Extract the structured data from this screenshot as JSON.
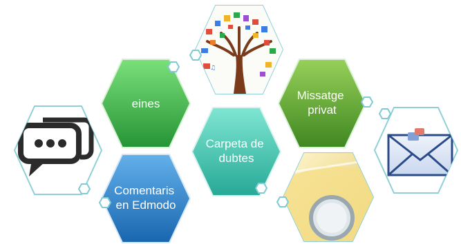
{
  "diagram": {
    "hexagons": [
      {
        "id": "eines",
        "label_lines": [
          "eines"
        ]
      },
      {
        "id": "missatge",
        "label_lines": [
          "Missatge",
          "privat"
        ]
      },
      {
        "id": "carpeta",
        "label_lines": [
          "Carpeta de",
          "dubtes"
        ]
      },
      {
        "id": "comentaris",
        "label_lines": [
          "Comentaris",
          "en Edmodo"
        ]
      }
    ],
    "pictures": [
      {
        "id": "tree",
        "icon": "tree-of-apps-icon"
      },
      {
        "id": "chat",
        "icon": "chat-bubbles-icon"
      },
      {
        "id": "folder",
        "icon": "folder-search-icon"
      },
      {
        "id": "mail",
        "icon": "envelope-icon"
      }
    ],
    "colors": {
      "green_light": "#6fd36a",
      "green_dark": "#2a9a3a",
      "olive_light": "#8cc84f",
      "olive_dark": "#4e8f25",
      "teal_light": "#6fdcc6",
      "teal_dark": "#2fb3a0",
      "blue_light": "#5aa6e0",
      "blue_dark": "#1f6fb8",
      "outline": "#8fd0d8"
    }
  }
}
